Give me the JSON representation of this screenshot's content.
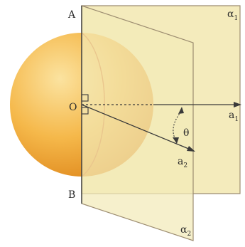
{
  "labels": {
    "point_top": "A",
    "point_bottom": "B",
    "point_center": "O",
    "angle": "θ",
    "plane1": {
      "base": "α",
      "sub": "1"
    },
    "plane2": {
      "base": "α",
      "sub": "2"
    },
    "ray1": {
      "base": "a",
      "sub": "1"
    },
    "ray2": {
      "base": "a",
      "sub": "2"
    }
  },
  "colors": {
    "sphere_light": "#fbe3a0",
    "sphere_mid": "#f5b84a",
    "sphere_dark": "#e08a1e",
    "plane_fill": "#f3eab8",
    "plane_edge": "#9c8c70",
    "line": "#3a3a3a",
    "great_circle": "#d2691e"
  }
}
